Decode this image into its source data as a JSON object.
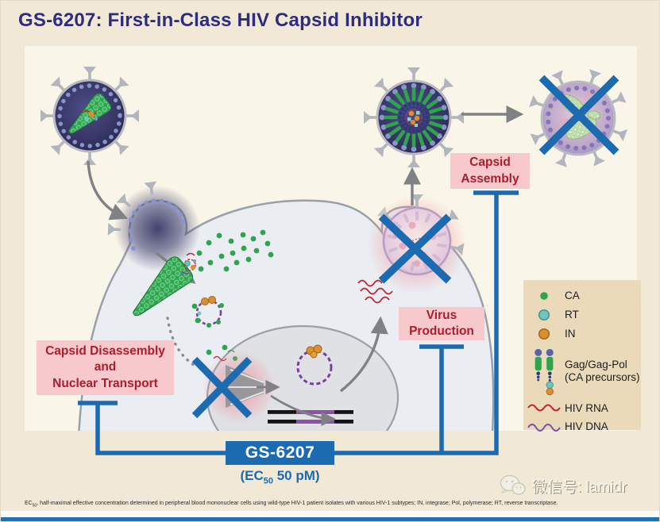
{
  "title": "GS-6207: First-in-Class HIV Capsid Inhibitor",
  "labels": {
    "capsid_disassembly": {
      "line1": "Capsid Disassembly",
      "line2": "and",
      "line3": "Nuclear Transport"
    },
    "virus_production": {
      "line1": "Virus",
      "line2": "Production"
    },
    "capsid_assembly": {
      "line1": "Capsid",
      "line2": "Assembly"
    }
  },
  "drug": {
    "name": "GS-6207",
    "ec50_pre": "(EC",
    "ec50_sub": "50",
    "ec50_post": " 50 pM)"
  },
  "legend": {
    "items": [
      {
        "label": "CA",
        "color": "#2ea44d"
      },
      {
        "label": "RT",
        "color": "#72c4be"
      },
      {
        "label": "IN",
        "color": "#dc8f2e"
      },
      {
        "label": "Gag/Gag-Pol",
        "label2": "(CA precursors)"
      },
      {
        "label": "HIV RNA",
        "color": "#c2242e"
      },
      {
        "label": "HIV DNA",
        "color": "#7b4fa8"
      }
    ]
  },
  "footnote": {
    "pre": "EC",
    "sub": "50",
    "post": ", half-maximal effective concentration determined in peripheral blood mononuclear cells using wild-type HIV-1 patient isolates with various HIV-1 subtypes; IN, integrase; Pol, polymerase; RT, reverse transcriptase."
  },
  "watermark": "微信号: lamidr",
  "colors": {
    "accent_blue": "#1c6ab0",
    "pink_label_bg": "#f7c9cd",
    "label_text_red": "#a81e2c",
    "title_navy": "#2e2c7d",
    "panel_bg": "#faf5e9",
    "outer_bg": "#f1e9d6",
    "legend_bg": "#ebdaba",
    "ca_green": "#2ea44d",
    "rna_red": "#c2242e",
    "dna_purple": "#7b4fa8"
  }
}
